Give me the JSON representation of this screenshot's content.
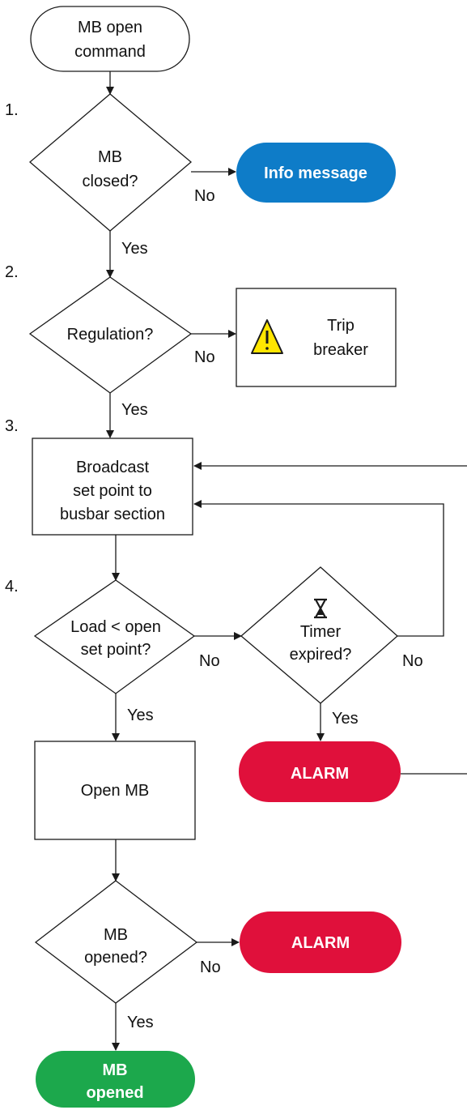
{
  "steps": {
    "s1": "1.",
    "s2": "2.",
    "s3": "3.",
    "s4": "4."
  },
  "nodes": {
    "start": [
      "MB open",
      "command"
    ],
    "mb_closed": [
      "MB",
      "closed?"
    ],
    "info_message": "Info message",
    "regulation": "Regulation?",
    "trip_breaker": [
      "Trip",
      "breaker"
    ],
    "broadcast": [
      "Broadcast",
      "set point to",
      "busbar section"
    ],
    "load_check": [
      "Load < open",
      "set point?"
    ],
    "timer": [
      "Timer",
      "expired?"
    ],
    "alarm_timer": "ALARM",
    "open_mb": "Open MB",
    "mb_opened": [
      "MB",
      "opened?"
    ],
    "alarm_final": "ALARM",
    "end": [
      "MB",
      "opened"
    ]
  },
  "labels": {
    "yes": "Yes",
    "no": "No"
  },
  "colors": {
    "info": "#0e7cc8",
    "alarm": "#e0103b",
    "success": "#1ca84c",
    "warning": "#ffe600"
  },
  "icons": {
    "warning": "warning-triangle-icon",
    "timer": "hourglass-icon"
  }
}
